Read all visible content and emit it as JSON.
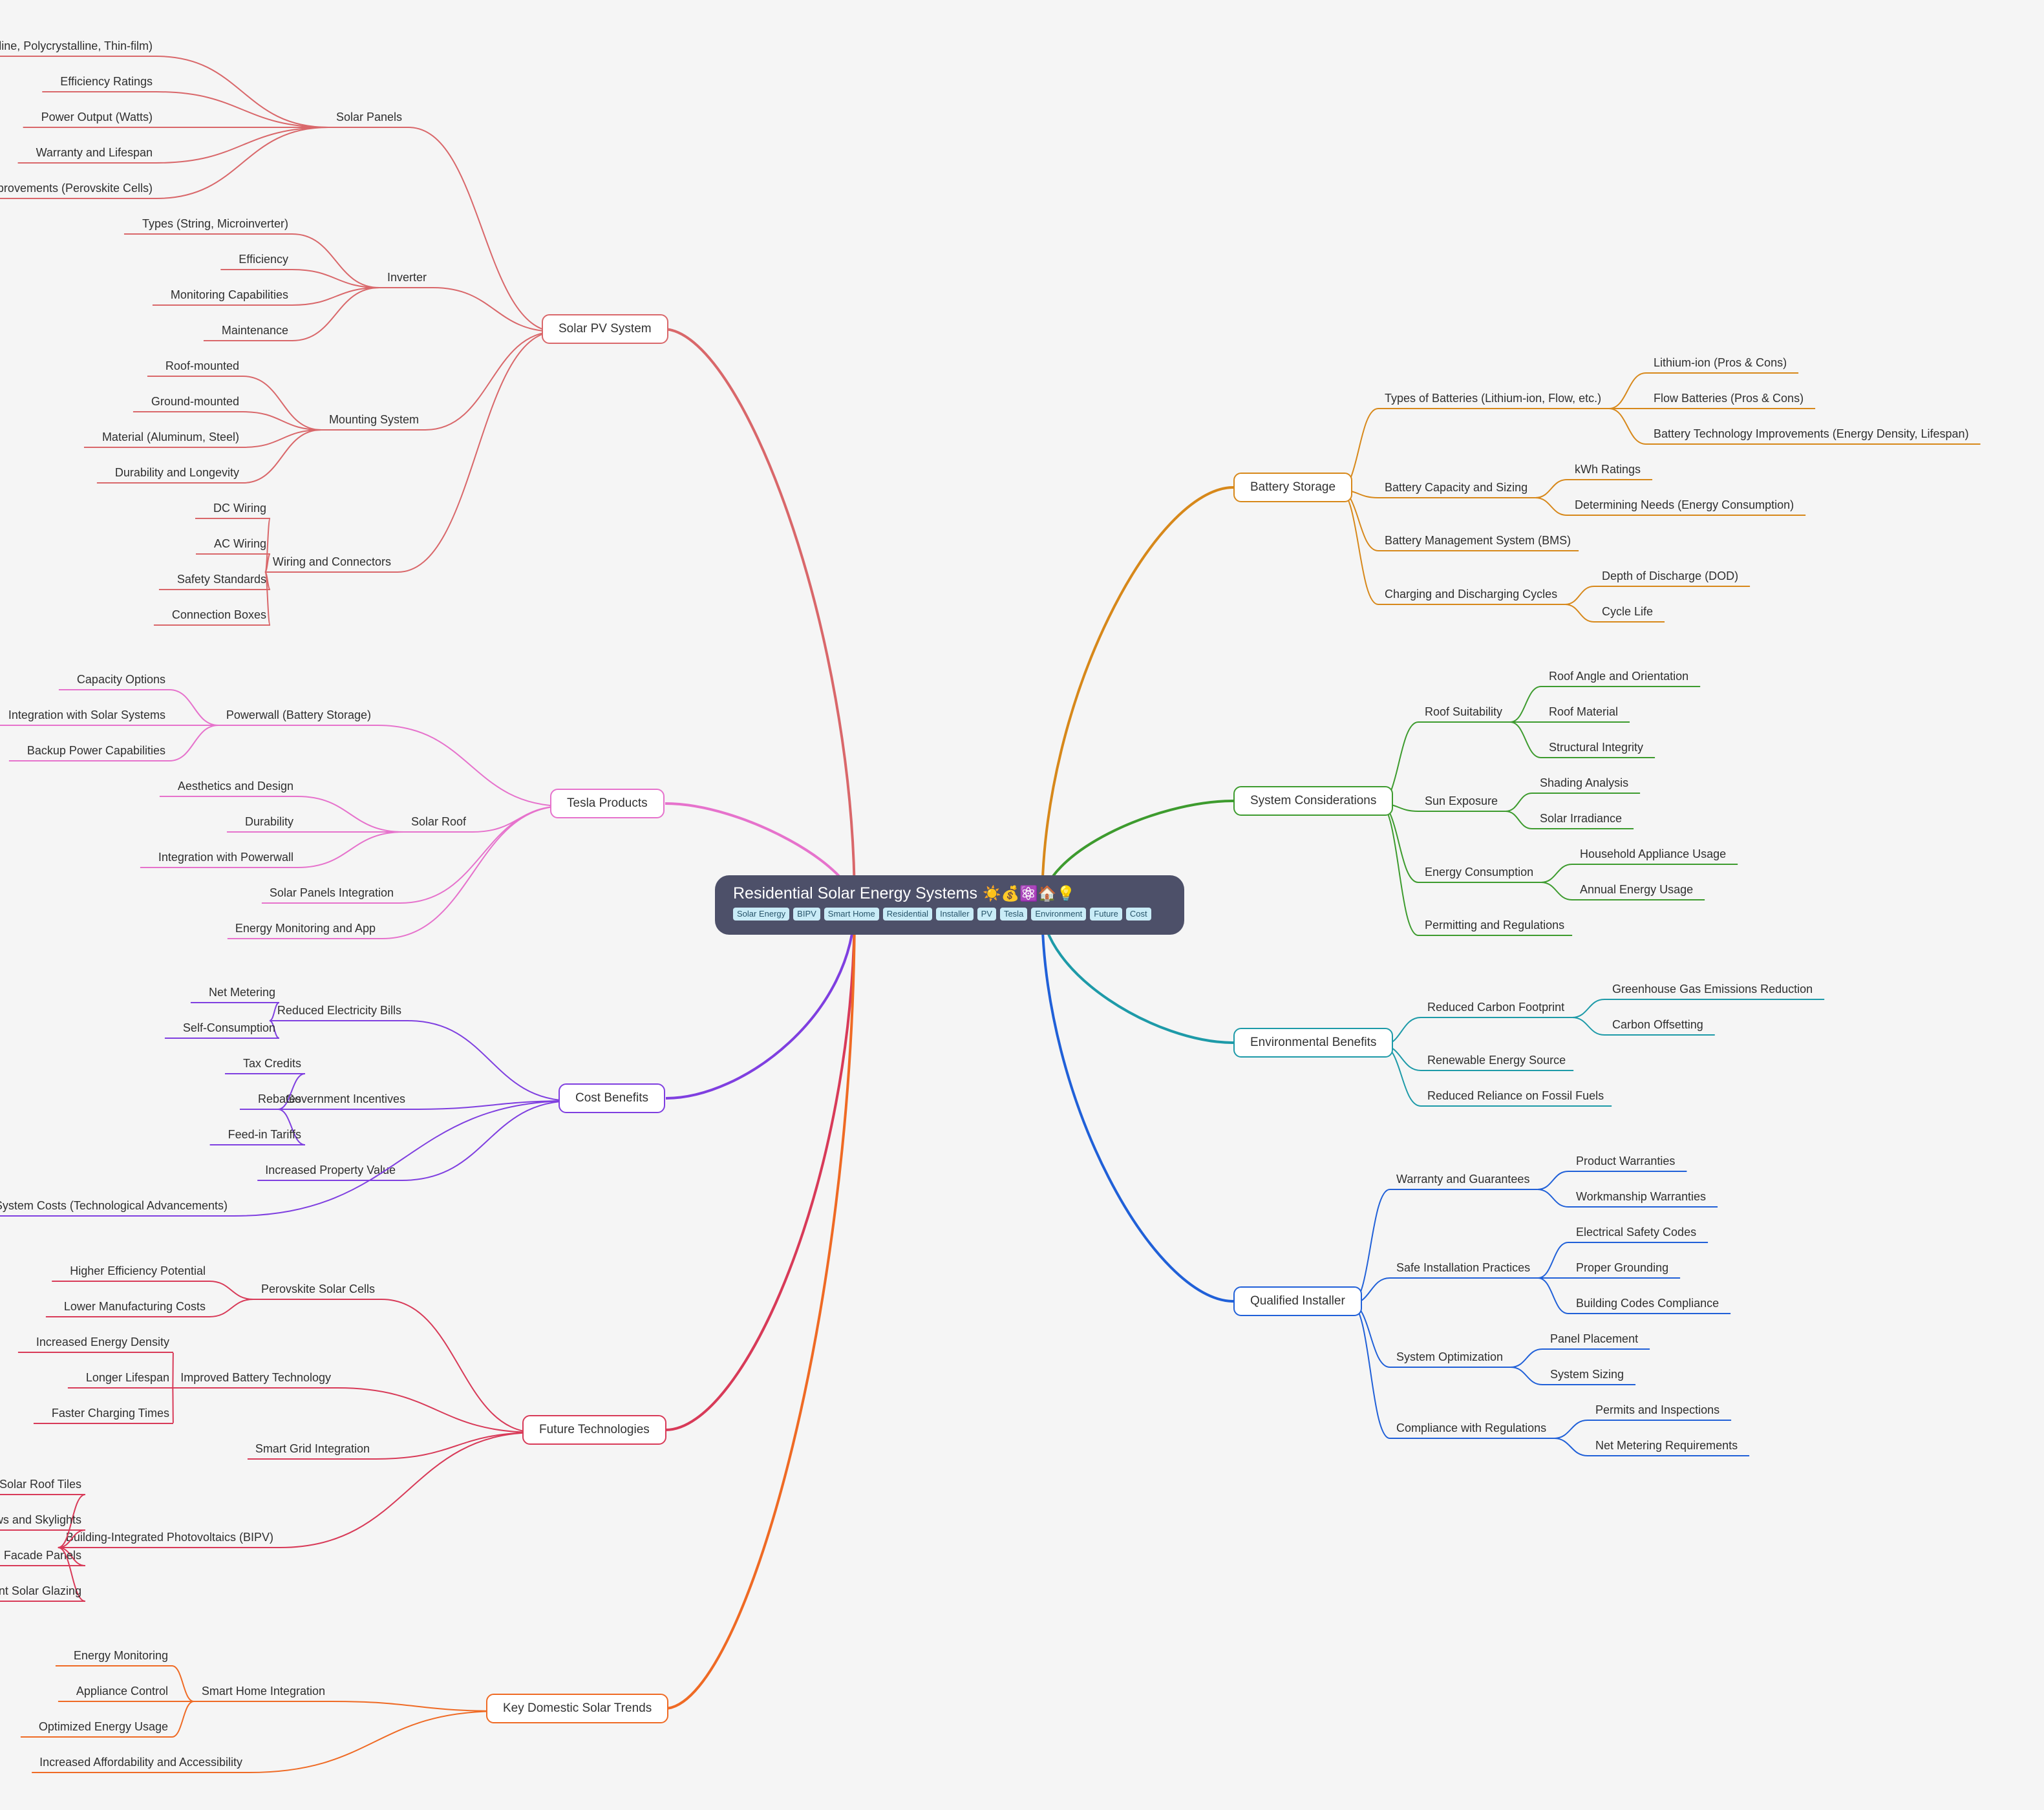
{
  "root": {
    "title": "Residential Solar Energy Systems",
    "icons": "☀️💰⚛️🏠💡",
    "tags": [
      "Solar Energy",
      "BIPV",
      "Smart Home",
      "Residential",
      "Installer",
      "PV",
      "Tesla",
      "Environment",
      "Future",
      "Cost"
    ]
  },
  "colors": {
    "solar_pv": "#d9676a",
    "tesla": "#e672cc",
    "cost": "#7f3fe0",
    "future": "#d83a58",
    "trends": "#ef6a24",
    "battery": "#d7881a",
    "considerations": "#3d9b2e",
    "environment": "#1d9aa8",
    "installer": "#2060d8"
  },
  "branches": [
    {
      "id": "solar-pv-system",
      "label": "Solar PV System",
      "color_key": "solar_pv",
      "children": [
        {
          "label": "Solar Panels",
          "children": [
            "Types (Monocrystalline, Polycrystalline, Thin-film)",
            "Efficiency Ratings",
            "Power Output (Watts)",
            "Warranty and Lifespan",
            "Panel Efficiency Improvements (Perovskite Cells)"
          ]
        },
        {
          "label": "Inverter",
          "children": [
            "Types (String, Microinverter)",
            "Efficiency",
            "Monitoring Capabilities",
            "Maintenance"
          ]
        },
        {
          "label": "Mounting System",
          "children": [
            "Roof-mounted",
            "Ground-mounted",
            "Material (Aluminum, Steel)",
            "Durability and Longevity"
          ]
        },
        {
          "label": "Wiring and Connectors",
          "children": [
            "DC Wiring",
            "AC Wiring",
            "Safety Standards",
            "Connection Boxes"
          ]
        }
      ]
    },
    {
      "id": "tesla-products",
      "label": "Tesla Products",
      "color_key": "tesla",
      "children": [
        {
          "label": "Powerwall (Battery Storage)",
          "children": [
            "Capacity Options",
            "Integration with Solar Systems",
            "Backup Power Capabilities"
          ]
        },
        {
          "label": "Solar Roof",
          "children": [
            "Aesthetics and Design",
            "Durability",
            "Integration with Powerwall"
          ]
        },
        {
          "label": "Solar Panels Integration",
          "children": []
        },
        {
          "label": "Energy Monitoring and App",
          "children": []
        }
      ]
    },
    {
      "id": "cost-benefits",
      "label": "Cost Benefits",
      "color_key": "cost",
      "children": [
        {
          "label": "Reduced Electricity Bills",
          "children": [
            "Net Metering",
            "Self-Consumption"
          ]
        },
        {
          "label": "Government Incentives",
          "children": [
            "Tax Credits",
            "Rebates",
            "Feed-in Tariffs"
          ]
        },
        {
          "label": "Increased Property Value",
          "children": []
        },
        {
          "label": "Decreasing System Costs (Technological Advancements)",
          "children": []
        }
      ]
    },
    {
      "id": "future-technologies",
      "label": "Future Technologies",
      "color_key": "future",
      "children": [
        {
          "label": "Perovskite Solar Cells",
          "children": [
            "Higher Efficiency Potential",
            "Lower Manufacturing Costs"
          ]
        },
        {
          "label": "Improved Battery Technology",
          "children": [
            "Increased Energy Density",
            "Longer Lifespan",
            "Faster Charging Times"
          ]
        },
        {
          "label": "Smart Grid Integration",
          "children": []
        },
        {
          "label": "Building-Integrated Photovoltaics (BIPV)",
          "children": [
            "Solar Roof Tiles",
            "Solar Windows and Skylights",
            "Facade Panels",
            "Semi-transparent Solar Glazing"
          ]
        }
      ]
    },
    {
      "id": "key-domestic-solar-trends",
      "label": "Key Domestic Solar Trends",
      "color_key": "trends",
      "children": [
        {
          "label": "Smart Home Integration",
          "children": [
            "Energy Monitoring",
            "Appliance Control",
            "Optimized Energy Usage"
          ]
        },
        {
          "label": "Increased Affordability and Accessibility",
          "children": []
        }
      ]
    },
    {
      "id": "battery-storage",
      "label": "Battery Storage",
      "color_key": "battery",
      "children": [
        {
          "label": "Types of Batteries (Lithium-ion, Flow, etc.)",
          "children": [
            "Lithium-ion (Pros & Cons)",
            "Flow Batteries (Pros & Cons)",
            "Battery Technology Improvements (Energy Density, Lifespan)"
          ]
        },
        {
          "label": "Battery Capacity and Sizing",
          "children": [
            "kWh Ratings",
            "Determining Needs (Energy Consumption)"
          ]
        },
        {
          "label": "Battery Management System (BMS)",
          "children": []
        },
        {
          "label": "Charging and Discharging Cycles",
          "children": [
            "Depth of Discharge (DOD)",
            "Cycle Life"
          ]
        }
      ]
    },
    {
      "id": "system-considerations",
      "label": "System Considerations",
      "color_key": "considerations",
      "children": [
        {
          "label": "Roof Suitability",
          "children": [
            "Roof Angle and Orientation",
            "Roof Material",
            "Structural Integrity"
          ]
        },
        {
          "label": "Sun Exposure",
          "children": [
            "Shading Analysis",
            "Solar Irradiance"
          ]
        },
        {
          "label": "Energy Consumption",
          "children": [
            "Household Appliance Usage",
            "Annual Energy Usage"
          ]
        },
        {
          "label": "Permitting and Regulations",
          "children": []
        }
      ]
    },
    {
      "id": "environmental-benefits",
      "label": "Environmental Benefits",
      "color_key": "environment",
      "children": [
        {
          "label": "Reduced Carbon Footprint",
          "children": [
            "Greenhouse Gas Emissions Reduction",
            "Carbon Offsetting"
          ]
        },
        {
          "label": "Renewable Energy Source",
          "children": []
        },
        {
          "label": "Reduced Reliance on Fossil Fuels",
          "children": []
        }
      ]
    },
    {
      "id": "qualified-installer",
      "label": "Qualified Installer",
      "color_key": "installer",
      "children": [
        {
          "label": "Warranty and Guarantees",
          "children": [
            "Product Warranties",
            "Workmanship Warranties"
          ]
        },
        {
          "label": "Safe Installation Practices",
          "children": [
            "Electrical Safety Codes",
            "Proper Grounding",
            "Building Codes Compliance"
          ]
        },
        {
          "label": "System Optimization",
          "children": [
            "Panel Placement",
            "System Sizing"
          ]
        },
        {
          "label": "Compliance with Regulations",
          "children": [
            "Permits and Inspections",
            "Net Metering Requirements"
          ]
        }
      ]
    }
  ]
}
